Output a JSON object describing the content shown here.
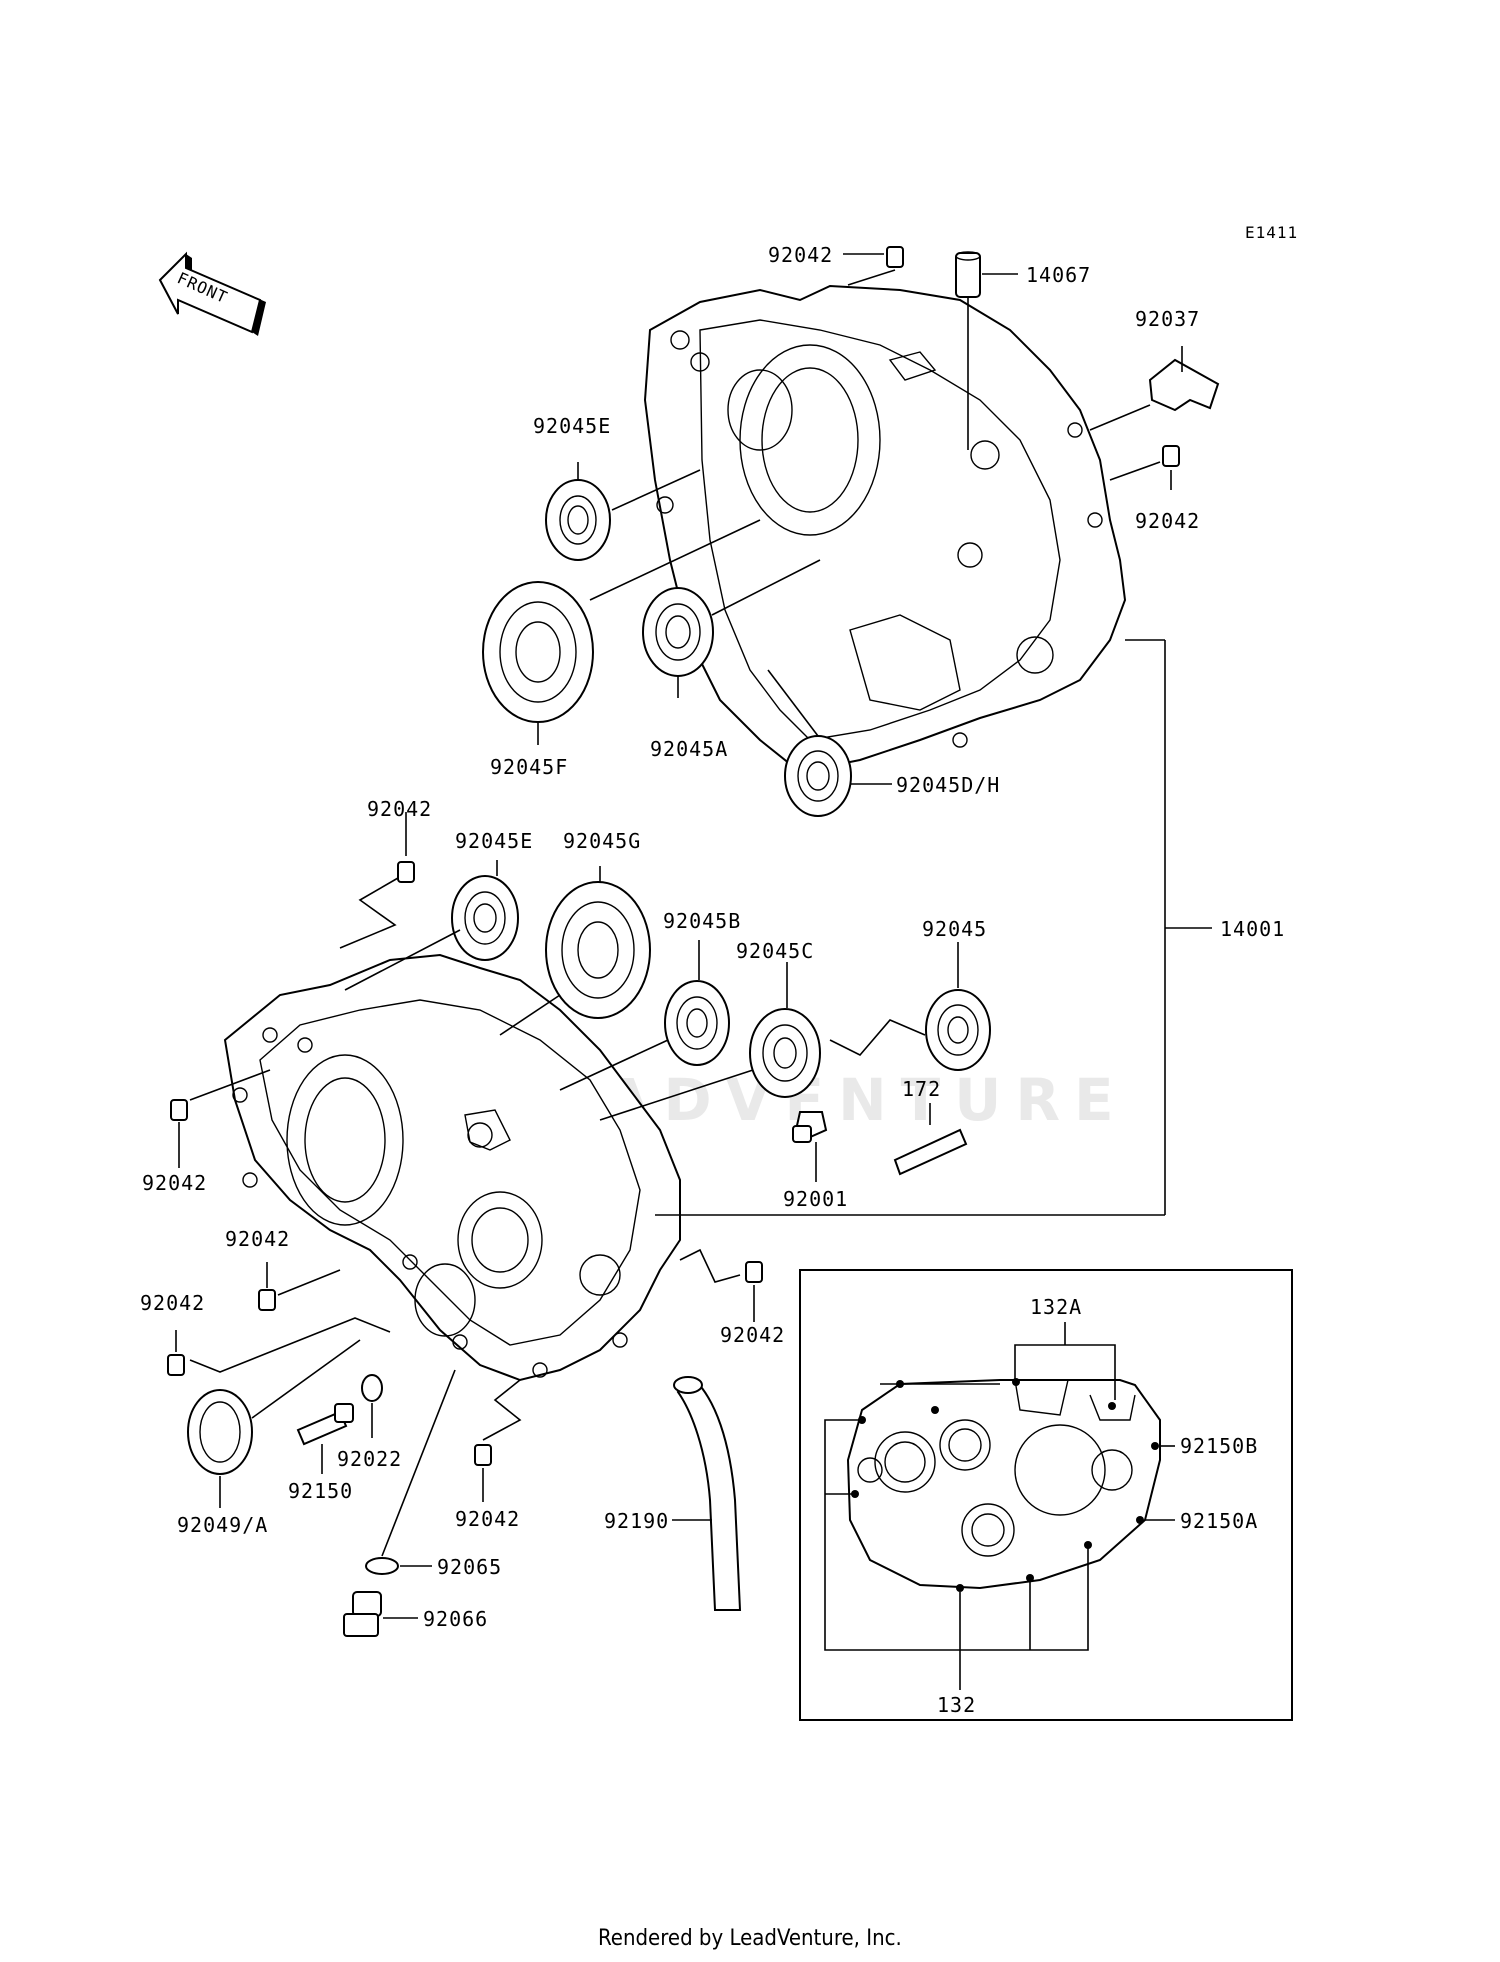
{
  "diagram_code": "E1411",
  "front_label": "FRONT",
  "watermark": "LEADVENTURE",
  "footer": "Rendered by LeadVenture, Inc.",
  "part_labels": {
    "p92042_top": "92042",
    "p14067": "14067",
    "p92037": "92037",
    "p92042_right": "92042",
    "p92045E_top": "92045E",
    "p92045F": "92045F",
    "p92045A": "92045A",
    "p92045DH": "92045D/H",
    "p92042_mid": "92042",
    "p92045E_mid": "92045E",
    "p92045G": "92045G",
    "p92045B": "92045B",
    "p92045C": "92045C",
    "p92045": "92045",
    "p14001": "14001",
    "p172": "172",
    "p92001": "92001",
    "p92042_left": "92042",
    "p92042_left2": "92042",
    "p92042_left3": "92042",
    "p92042_low": "92042",
    "p92049A": "92049/A",
    "p92150": "92150",
    "p92022": "92022",
    "p92042_bottom": "92042",
    "p92065": "92065",
    "p92066": "92066",
    "p92190": "92190",
    "p132A": "132A",
    "p92150B": "92150B",
    "p92150A": "92150A",
    "p132": "132"
  }
}
